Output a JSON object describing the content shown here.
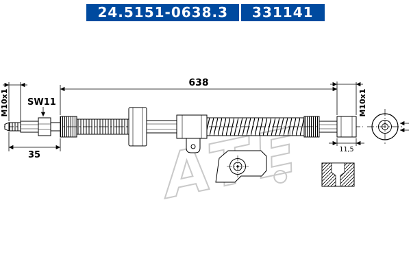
{
  "colors": {
    "brand_blue": "#004a9f",
    "line": "#000000",
    "watermark_gray": "#c9c9c9"
  },
  "header": {
    "part_number": "24.5151-0638.3",
    "catalog_number": "331141"
  },
  "drawing": {
    "overall_length_mm": "638",
    "left_fitting_length_mm": "35",
    "right_fitting_length_mm": "11,5",
    "left_thread": "M10x1",
    "right_thread": "M10x1",
    "hex_size": "SW11",
    "watermark": "ATE"
  }
}
